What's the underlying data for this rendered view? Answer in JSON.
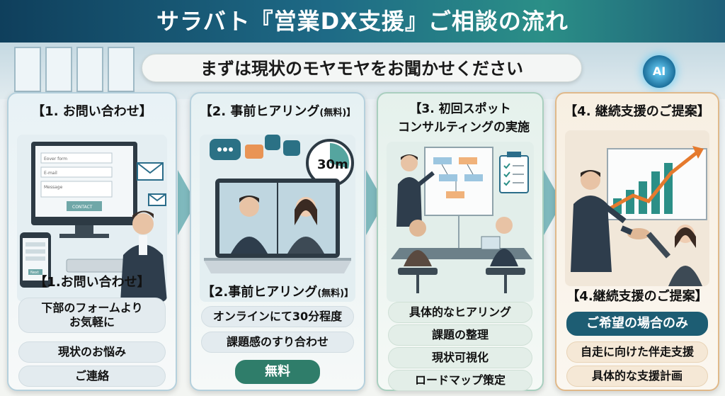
{
  "header": {
    "title": "サラバト『営業DX支援』ご相談の流れ",
    "subtitle": "まずは現状のモヤモヤをお聞かせください",
    "ai_badge": "AI"
  },
  "steps": [
    {
      "title": "【1. お問い合わせ】",
      "label": "【1.お問い合わせ】",
      "form": {
        "field1": "Eover form",
        "field2": "E-mail",
        "field3": "Message",
        "button": "CONTACT",
        "phone_button": "Next"
      },
      "items": [
        "下部のフォームより\nお気軽に",
        "現状のお悩み",
        "ご連絡"
      ]
    },
    {
      "title": "【2. 事前ヒアリング",
      "title_suffix": "(無料)】",
      "label": "【2.事前ヒアリング",
      "label_suffix": "(無料)】",
      "timer": "30m",
      "items": [
        "オンラインにて30分程度",
        "課題感のすり合わせ"
      ],
      "badge": "無料"
    },
    {
      "title_line1": "【3. 初回スポット",
      "title_line2": "コンサルティングの実施",
      "items": [
        "具体的なヒアリング",
        "課題の整理",
        "現状可視化",
        "ロードマップ策定"
      ]
    },
    {
      "title": "【4. 継続支援のご提案】",
      "label": "【4.継続支援のご提案】",
      "badge": "ご希望の場合のみ",
      "items": [
        "自走に向けた伴走支援",
        "具体的な支援計画"
      ]
    }
  ],
  "colors": {
    "banner": "#1e6a86",
    "free_badge": "#2f7d6a",
    "optional_badge": "#1d5d73",
    "arrow": "#5aa6ab"
  }
}
